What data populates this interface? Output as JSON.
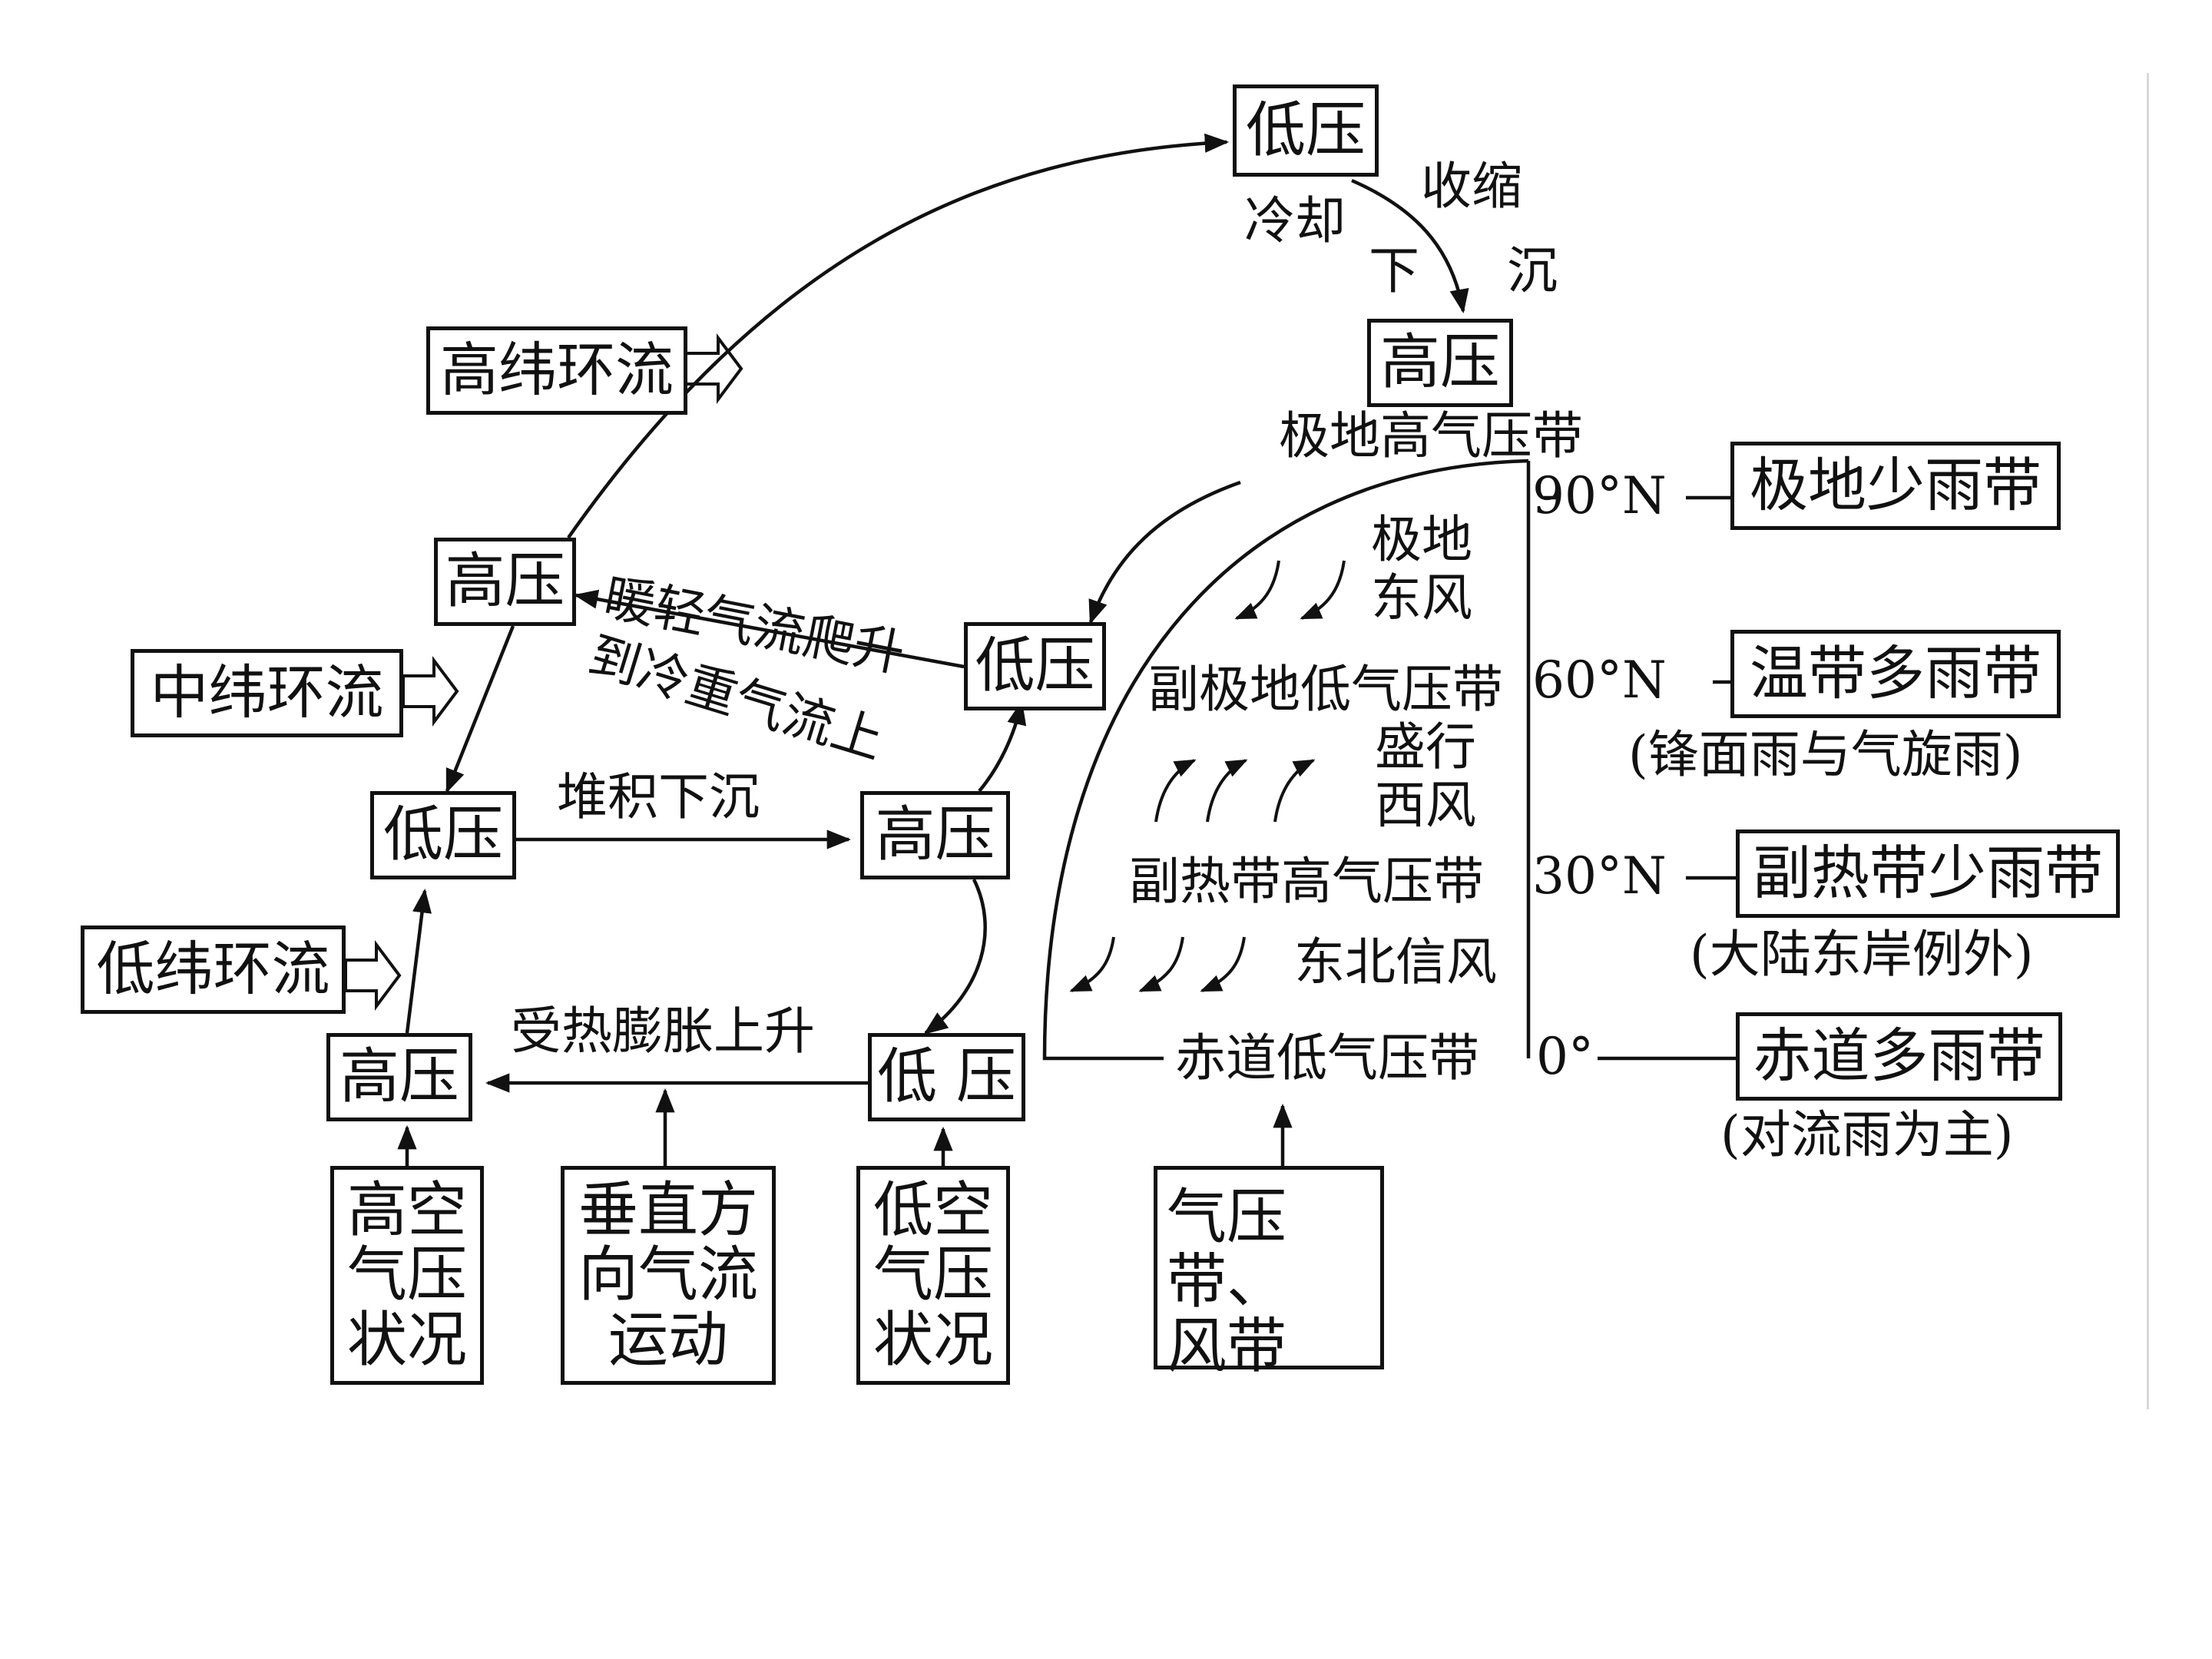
{
  "circulation": {
    "polar_top_low": "低压",
    "cooling": "冷却",
    "contract": "收缩",
    "sink_xia": "下",
    "sink_chen": "沉",
    "polar_high": "高压",
    "high_lat": "高纬环流",
    "mid_lat": "中纬环流",
    "low_lat": "低纬环流",
    "upper_high_mid": "高压",
    "warm_rise_1": "暖轻气流爬升",
    "warm_rise_2": "到冷重气流上",
    "subpolar_low": "低压",
    "upper_low_left": "低压",
    "accumulate_sink": "堆积下沉",
    "subtropical_high": "高压",
    "heat_rise": "受热膨胀上升",
    "upper_high_left": "高压",
    "surface_low": "低 压"
  },
  "factors": {
    "upper_air": "高空\n气压\n状况",
    "vertical_flow": "垂直方\n向气流\n运动",
    "lower_air": "低空\n气压\n状况",
    "belts": "气压带、\n风带"
  },
  "belts": {
    "polar_high_belt": "极地高气压带",
    "polar_easterly": "极地\n东风",
    "subpolar_low_belt": "副极地低气压带",
    "westerly": "盛行\n西风",
    "subtropical_high_belt": "副热带高气压带",
    "ne_trade": "东北信风",
    "equatorial_low_belt": "赤道低气压带"
  },
  "latitudes": {
    "lat90": "90°N",
    "lat60": "60°N",
    "lat30": "30°N",
    "lat0": "0°"
  },
  "rainfall": {
    "polar_little": "极地少雨带",
    "temperate_much": "温带多雨带",
    "temperate_note": "(锋面雨与气旋雨)",
    "subtropical_little": "副热带少雨带",
    "subtropical_note": "(大陆东岸例外)",
    "equatorial_much": "赤道多雨带",
    "equatorial_note": "(对流雨为主)"
  }
}
